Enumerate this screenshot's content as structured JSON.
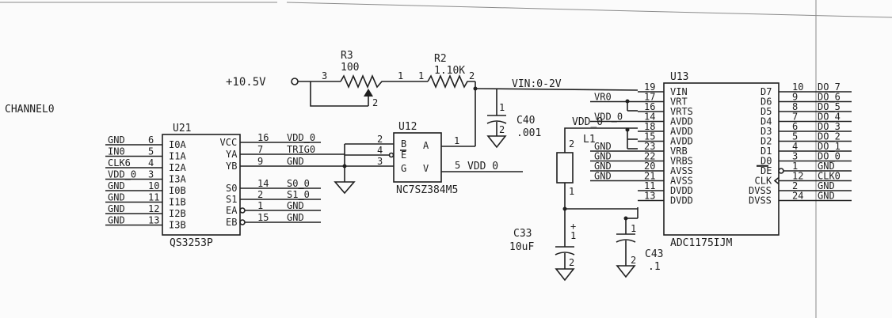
{
  "sheet_label": "CHANNEL0",
  "supply": {
    "label": "+10.5V",
    "pin": "3"
  },
  "r3": {
    "ref": "R3",
    "value": "100",
    "wiper_pin": "2",
    "out_pins": [
      "1",
      "1"
    ]
  },
  "r2": {
    "ref": "R2",
    "value": "1.10K",
    "pin": "2"
  },
  "vin_net": "VIN:0-2V",
  "c40": {
    "ref": "C40",
    "value": ".001",
    "pins": [
      "1",
      "2"
    ]
  },
  "c33": {
    "ref": "C33",
    "value": "10uF",
    "pins": [
      "1",
      "2"
    ],
    "polarity": "+"
  },
  "c43": {
    "ref": "C43",
    "value": ".1",
    "pins": [
      "1",
      "2"
    ]
  },
  "l1": {
    "ref": "L1",
    "pins": [
      "2",
      "1"
    ]
  },
  "vdd0_label": "VDD_0",
  "u21": {
    "ref": "U21",
    "part": "QS3253P",
    "left_pins": [
      "I0A",
      "I1A",
      "I2A",
      "I3A",
      "I0B",
      "I1B",
      "I2B",
      "I3B"
    ],
    "right_pins": [
      "VCC",
      "YA",
      "YB",
      "S0",
      "S1",
      "EA",
      "EB"
    ],
    "left_nets": [
      {
        "net": "GND",
        "num": "6"
      },
      {
        "net": "IN0",
        "num": "5"
      },
      {
        "net": "CLK6",
        "num": "4"
      },
      {
        "net": "VDD_0",
        "num": "3"
      },
      {
        "net": "GND",
        "num": "10"
      },
      {
        "net": "GND",
        "num": "11"
      },
      {
        "net": "GND",
        "num": "12"
      },
      {
        "net": "GND",
        "num": "13"
      }
    ],
    "right_nets": [
      {
        "num": "16",
        "net": "VDD_0"
      },
      {
        "num": "7",
        "net": "TRIG0"
      },
      {
        "num": "9",
        "net": "GND"
      },
      {
        "num": "14",
        "net": "S0_0"
      },
      {
        "num": "2",
        "net": "S1_0"
      },
      {
        "num": "1",
        "net": "GND"
      },
      {
        "num": "15",
        "net": "GND"
      }
    ]
  },
  "u12": {
    "ref": "U12",
    "part": "NC7SZ384M5",
    "pins_in": [
      "B",
      "E",
      "G"
    ],
    "pins_out": [
      "A",
      "V"
    ],
    "nums_in": [
      "2",
      "4",
      "3"
    ],
    "num_a": "1",
    "v_net": {
      "num": "5",
      "net": "VDD_0"
    }
  },
  "u13": {
    "ref": "U13",
    "part": "ADC1175IJM",
    "left_pins": [
      "VIN",
      "VRT",
      "VRTS",
      "AVDD",
      "AVDD",
      "AVDD",
      "VRB",
      "VRBS",
      "AVSS",
      "AVSS",
      "DVDD",
      "DVDD"
    ],
    "left_nums": [
      "19",
      "17",
      "16",
      "14",
      "18",
      "15",
      "23",
      "22",
      "20",
      "21",
      "11",
      "13"
    ],
    "left_nets": [
      "",
      "VR0",
      "",
      "VDD_0",
      "",
      "",
      "GND",
      "GND",
      "GND",
      "GND",
      "",
      ""
    ],
    "right_pins": [
      "D7",
      "D6",
      "D5",
      "D4",
      "D3",
      "D2",
      "D1",
      "D0",
      "DE",
      "CLK",
      "DVSS",
      "DVSS"
    ],
    "right_nums": [
      "10",
      "9",
      "8",
      "7",
      "6",
      "5",
      "4",
      "3",
      "1",
      "12",
      "2",
      "24"
    ],
    "right_nets": [
      "DO_7",
      "DO_6",
      "DO_5",
      "DO_4",
      "DO_3",
      "DO_2",
      "DO_1",
      "DO_0",
      "GND",
      "CLK0",
      "GND",
      "GND"
    ]
  }
}
